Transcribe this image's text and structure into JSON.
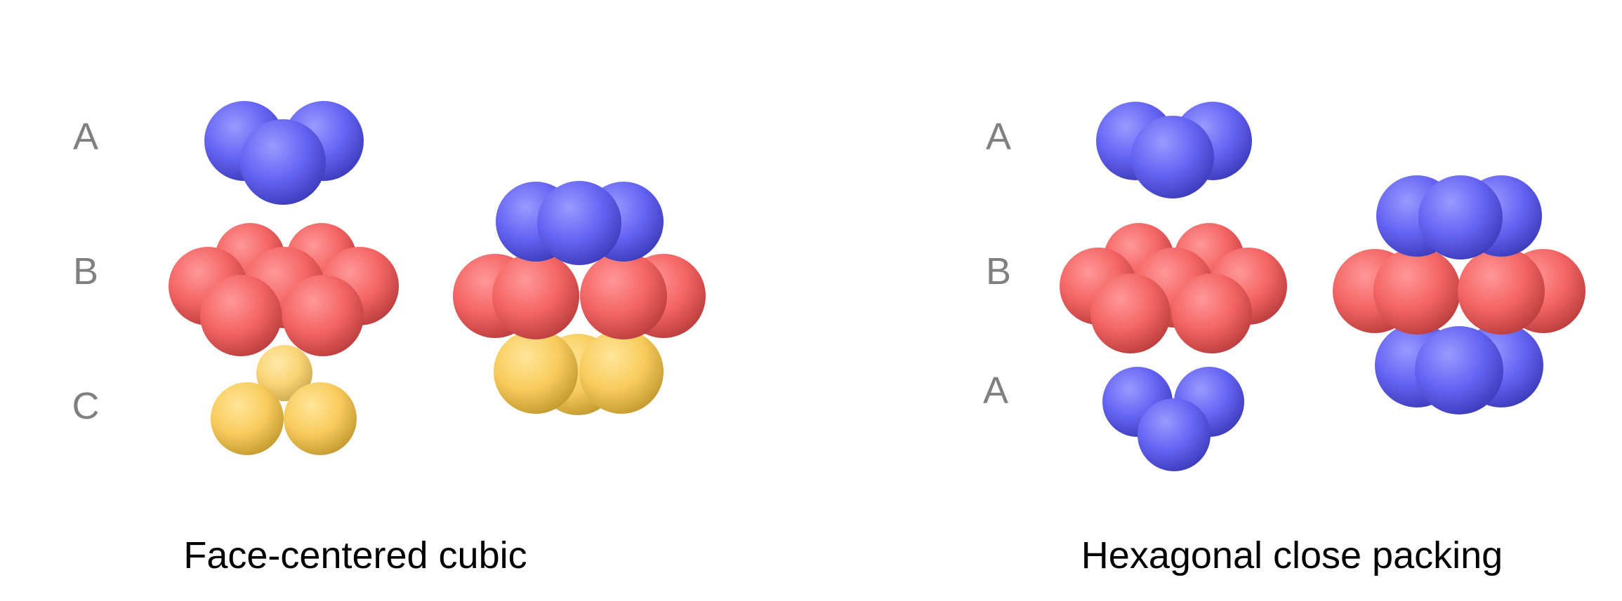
{
  "colors": {
    "A": {
      "base": "#6464f4",
      "hi": "#9a9aff",
      "lo": "#3c3cba"
    },
    "B": {
      "base": "#f46464",
      "hi": "#ff9898",
      "lo": "#ba3e3e"
    },
    "C": {
      "base": "#f8cc5c",
      "hi": "#ffe69a",
      "lo": "#c39a30"
    }
  },
  "panels": [
    {
      "id": "fcc",
      "caption": "Face-centered cubic",
      "layer_labels": [
        "A",
        "B",
        "C"
      ],
      "layer_types": [
        "A",
        "B",
        "C"
      ]
    },
    {
      "id": "hcp",
      "caption": "Hexagonal close packing",
      "layer_labels": [
        "A",
        "B",
        "A"
      ],
      "layer_types": [
        "A",
        "B",
        "A"
      ]
    }
  ]
}
